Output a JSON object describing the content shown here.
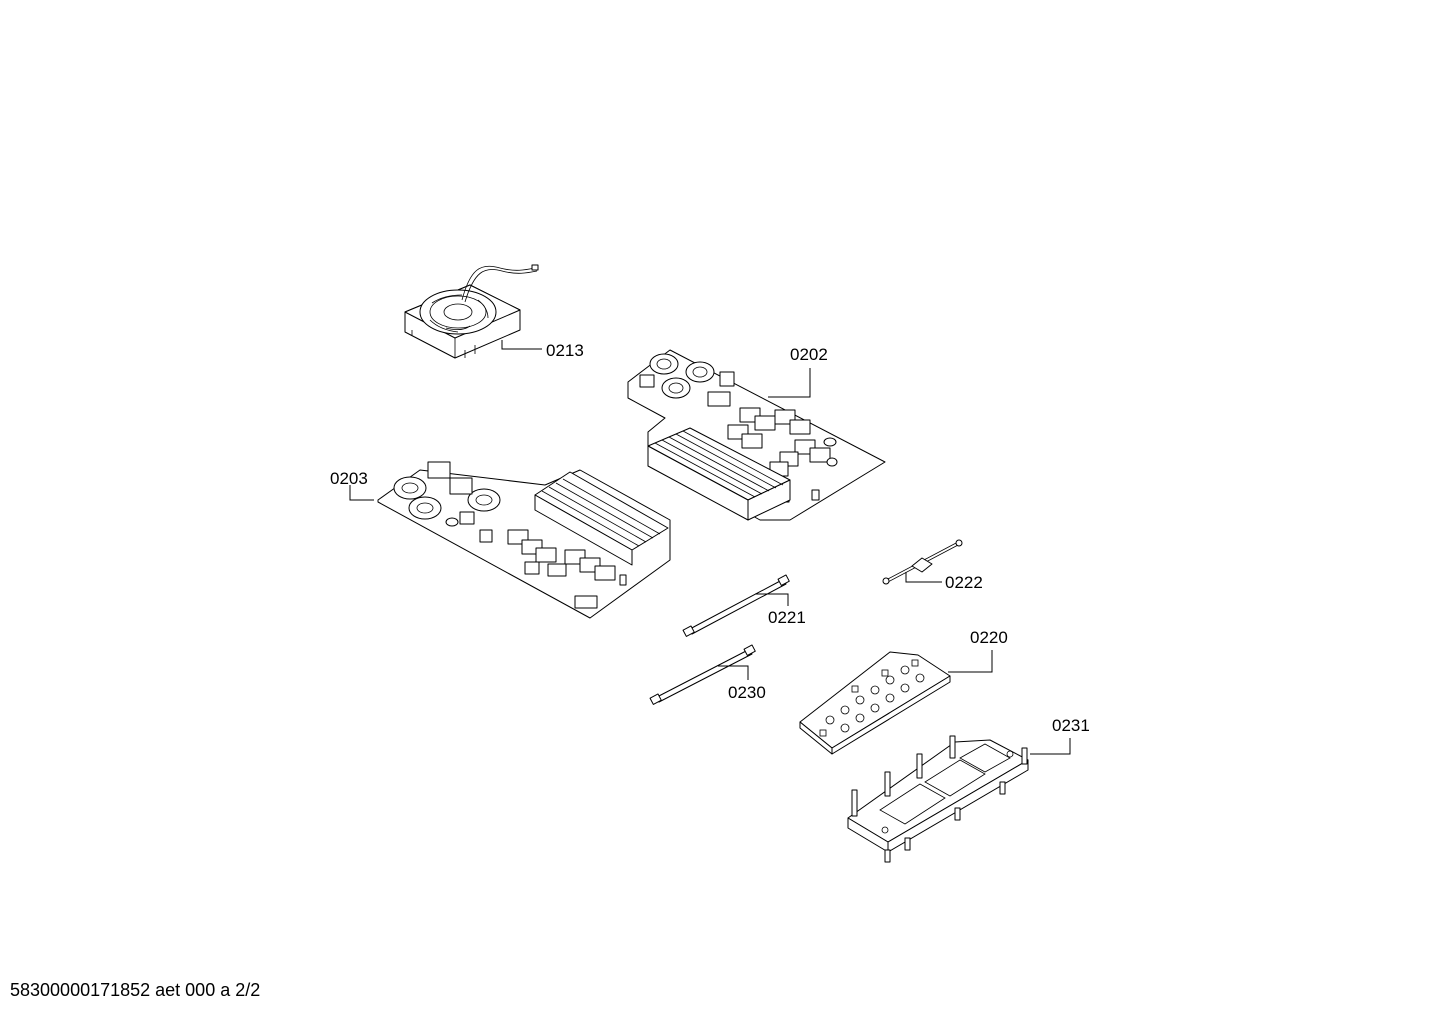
{
  "parts": [
    {
      "id": "0213"
    },
    {
      "id": "0202"
    },
    {
      "id": "0203"
    },
    {
      "id": "0222"
    },
    {
      "id": "0221"
    },
    {
      "id": "0230"
    },
    {
      "id": "0220"
    },
    {
      "id": "0231"
    }
  ],
  "footer": {
    "drawing_code": "58300000171852 aet 000 a 2/2"
  }
}
